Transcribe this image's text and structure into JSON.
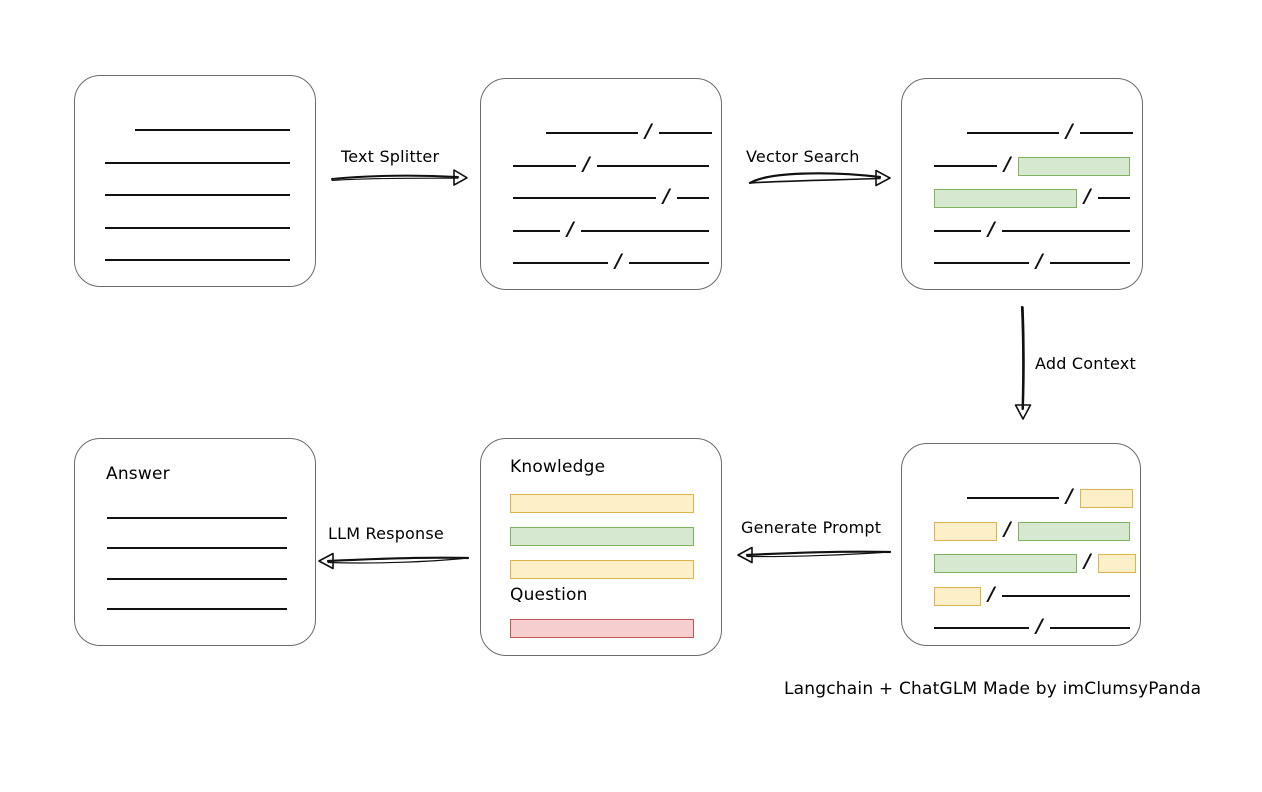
{
  "diagram": {
    "caption": "Langchain + ChatGLM Made by imClumsyPanda",
    "separator": "/",
    "colors": {
      "green_fill": "#d7e8d0",
      "green_border": "#7fb35f",
      "yellow_fill": "#fdf0c8",
      "yellow_border": "#dfb34b",
      "red_fill": "#f6ced0",
      "red_border": "#c0565a",
      "line": "#111111",
      "card_border": "#6b6b6b"
    },
    "arrows": [
      {
        "id": "text-splitter",
        "label": "Text Splitter",
        "direction": "right"
      },
      {
        "id": "vector-search",
        "label": "Vector Search",
        "direction": "right"
      },
      {
        "id": "add-context",
        "label": "Add Context",
        "direction": "down"
      },
      {
        "id": "generate-prompt",
        "label": "Generate Prompt",
        "direction": "left"
      },
      {
        "id": "llm-response",
        "label": "LLM Response",
        "direction": "left"
      }
    ],
    "cards": {
      "source_document": {
        "id": "source-document",
        "heading": "",
        "rows": [
          {
            "indent": 60,
            "segments": [
              {
                "type": "line",
                "width": 155
              }
            ]
          },
          {
            "indent": 30,
            "segments": [
              {
                "type": "line",
                "width": 185
              }
            ]
          },
          {
            "indent": 30,
            "segments": [
              {
                "type": "line",
                "width": 185
              }
            ]
          },
          {
            "indent": 30,
            "segments": [
              {
                "type": "line",
                "width": 185
              }
            ]
          },
          {
            "indent": 30,
            "segments": [
              {
                "type": "line",
                "width": 185
              }
            ]
          }
        ]
      },
      "split_document": {
        "id": "split-document",
        "heading": "",
        "rows": [
          {
            "indent": 65,
            "segments": [
              {
                "type": "line",
                "width": 92
              },
              {
                "type": "slash"
              },
              {
                "type": "line",
                "width": 53
              }
            ]
          },
          {
            "indent": 32,
            "segments": [
              {
                "type": "line",
                "width": 63
              },
              {
                "type": "slash"
              },
              {
                "type": "line",
                "width": 112
              }
            ]
          },
          {
            "indent": 32,
            "segments": [
              {
                "type": "line",
                "width": 143
              },
              {
                "type": "slash"
              },
              {
                "type": "line",
                "width": 32
              }
            ]
          },
          {
            "indent": 32,
            "segments": [
              {
                "type": "line",
                "width": 47
              },
              {
                "type": "slash"
              },
              {
                "type": "line",
                "width": 128
              }
            ]
          },
          {
            "indent": 32,
            "segments": [
              {
                "type": "line",
                "width": 95
              },
              {
                "type": "slash"
              },
              {
                "type": "line",
                "width": 80
              }
            ]
          }
        ]
      },
      "search_result": {
        "id": "vector-search-result",
        "heading": "",
        "rows": [
          {
            "indent": 65,
            "segments": [
              {
                "type": "line",
                "width": 92
              },
              {
                "type": "slash"
              },
              {
                "type": "line",
                "width": 53
              }
            ]
          },
          {
            "indent": 32,
            "segments": [
              {
                "type": "line",
                "width": 63
              },
              {
                "type": "slash"
              },
              {
                "type": "chip",
                "color": "green",
                "width": 112
              }
            ]
          },
          {
            "indent": 32,
            "segments": [
              {
                "type": "chip",
                "color": "green",
                "width": 143
              },
              {
                "type": "slash"
              },
              {
                "type": "line",
                "width": 32
              }
            ]
          },
          {
            "indent": 32,
            "segments": [
              {
                "type": "line",
                "width": 47
              },
              {
                "type": "slash"
              },
              {
                "type": "line",
                "width": 128
              }
            ]
          },
          {
            "indent": 32,
            "segments": [
              {
                "type": "line",
                "width": 95
              },
              {
                "type": "slash"
              },
              {
                "type": "line",
                "width": 80
              }
            ]
          }
        ]
      },
      "context_document": {
        "id": "context-document",
        "heading": "",
        "rows": [
          {
            "indent": 65,
            "segments": [
              {
                "type": "line",
                "width": 92
              },
              {
                "type": "slash"
              },
              {
                "type": "chip",
                "color": "yellow",
                "width": 53
              }
            ]
          },
          {
            "indent": 32,
            "segments": [
              {
                "type": "chip",
                "color": "yellow",
                "width": 63
              },
              {
                "type": "slash"
              },
              {
                "type": "chip",
                "color": "green",
                "width": 112
              }
            ]
          },
          {
            "indent": 32,
            "segments": [
              {
                "type": "chip",
                "color": "green",
                "width": 143
              },
              {
                "type": "slash"
              },
              {
                "type": "chip",
                "color": "yellow",
                "width": 38
              }
            ]
          },
          {
            "indent": 32,
            "segments": [
              {
                "type": "chip",
                "color": "yellow",
                "width": 47
              },
              {
                "type": "slash"
              },
              {
                "type": "line",
                "width": 128
              }
            ]
          },
          {
            "indent": 32,
            "segments": [
              {
                "type": "line",
                "width": 95
              },
              {
                "type": "slash"
              },
              {
                "type": "line",
                "width": 80
              }
            ]
          }
        ]
      },
      "prompt": {
        "id": "prompt-card",
        "headings": [
          {
            "id": "knowledge-heading",
            "text": "Knowledge"
          },
          {
            "id": "question-heading",
            "text": "Question"
          }
        ],
        "bars": [
          {
            "id": "knowledge-bar-1",
            "color": "yellow"
          },
          {
            "id": "knowledge-bar-2",
            "color": "green"
          },
          {
            "id": "knowledge-bar-3",
            "color": "yellow"
          },
          {
            "id": "question-bar-1",
            "color": "red"
          }
        ]
      },
      "answer": {
        "id": "answer-card",
        "heading": "Answer",
        "rule_count": 4
      }
    }
  }
}
